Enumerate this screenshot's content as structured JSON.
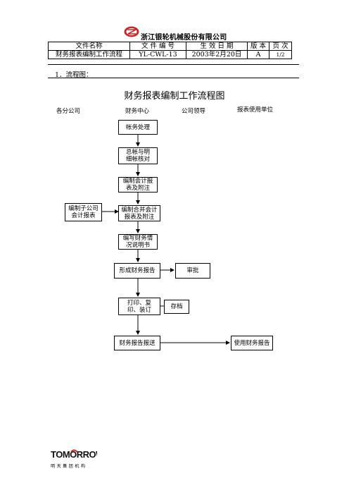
{
  "header": {
    "company": "浙江银轮机械股份有限公司",
    "table": {
      "col_headers": [
        "文件名称",
        "文 件 编 号",
        "生 效 日 期",
        "版 本",
        "页 次"
      ],
      "values": [
        "财务报表编制工作流程",
        "YL-CWL-13",
        "2003年2月20日",
        "A",
        "1/2"
      ]
    }
  },
  "section_label": "1．流程图：",
  "flow": {
    "title": "财务报表编制工作流程图",
    "columns": [
      "各分公司",
      "财务中心",
      "公司领导",
      "报表使用单位"
    ],
    "nodes": {
      "n1": "帐务处理",
      "n2a": "总帐与明",
      "n2b": "细帐核对",
      "n3a": "编制会计报",
      "n3b": "表及附注",
      "n4a": "编制子公司",
      "n4b": "会计报表",
      "n5a": "编制合并会计",
      "n5b": "报表及附注",
      "n6a": "编写财务情",
      "n6b": "况说明书",
      "n7": "形成财务报告",
      "n8": "审批",
      "n9a": "打印、复",
      "n9b": "印、装订",
      "n10": "存档",
      "n11": "财务报告报送",
      "n12": "使用财务报告"
    }
  },
  "footer": {
    "brand": "TOMORROW",
    "slogan": "明天集团机构"
  }
}
